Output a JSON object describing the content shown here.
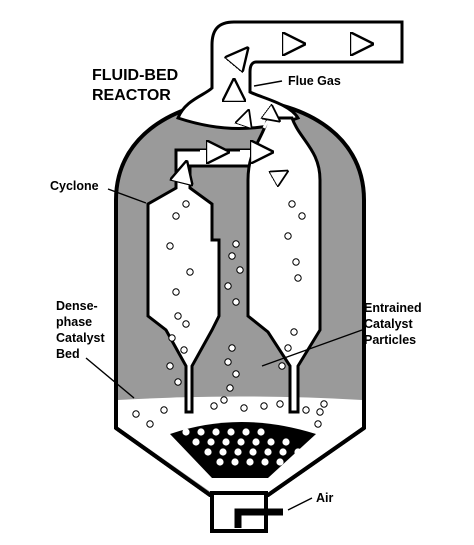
{
  "title": {
    "line1": "FLUID-BED",
    "line2": "REACTOR"
  },
  "labels": {
    "flue_gas": "Flue Gas",
    "cyclone": "Cyclone",
    "dense_phase": [
      "Dense-",
      "phase",
      "Catalyst",
      "Bed"
    ],
    "entrained": [
      "Entrained",
      "Catalyst",
      "Particles"
    ],
    "air": "Air"
  },
  "colors": {
    "shell_fill": "#9a9a9a",
    "outline": "#000000",
    "bed_fill": "#ffffff",
    "distributor": "#000000"
  },
  "icons": [
    "flow-arrow-icon",
    "swirl-arrow-icon",
    "catalyst-particle-icon"
  ]
}
